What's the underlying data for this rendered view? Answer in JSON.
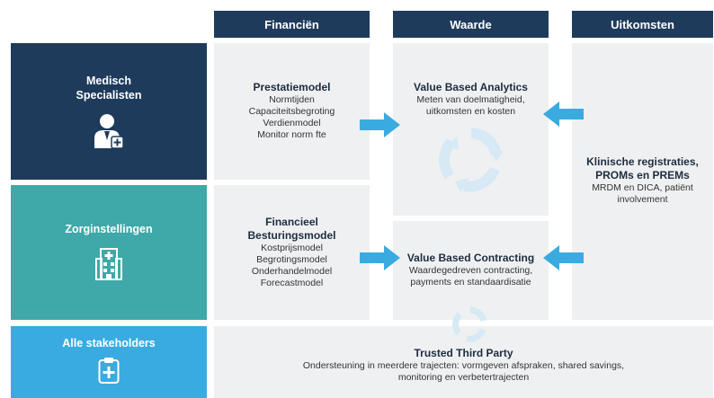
{
  "columns": [
    {
      "label": "Financiën"
    },
    {
      "label": "Waarde"
    },
    {
      "label": "Uitkomsten"
    }
  ],
  "rows": [
    {
      "label": "Medisch Specialisten",
      "icon": "doctor-icon",
      "color": "#1f3b5c"
    },
    {
      "label": "Zorginstellingen",
      "icon": "hospital-building-icon",
      "color": "#3fa8a9"
    },
    {
      "label": "Alle stakeholders",
      "icon": "clipboard-medical-icon",
      "color": "#3aabe0"
    }
  ],
  "financien": {
    "prestatiemodel": {
      "title": "Prestatiemodel",
      "items": [
        "Normtijden",
        "Capaciteitsbegroting",
        "Verdienmodel",
        "Monitor norm fte"
      ]
    },
    "besturingsmodel": {
      "title_line1": "Financieel",
      "title_line2": "Besturingsmodel",
      "items": [
        "Kostprijsmodel",
        "Begrotingsmodel",
        "Onderhandelmodel",
        "Forecastmodel"
      ]
    }
  },
  "waarde": {
    "analytics": {
      "title": "Value Based Analytics",
      "line1": "Meten van doelmatigheid,",
      "line2": "uitkomsten en kosten"
    },
    "contracting": {
      "title": "Value Based Contracting",
      "line1": "Waardegedreven contracting,",
      "line2": "payments en standaardisatie"
    }
  },
  "uitkomsten": {
    "title_line1": "Klinische registraties,",
    "title_line2": "PROMs en PREMs",
    "line1": "MRDM en DICA, patiënt",
    "line2": "involvement"
  },
  "trusted": {
    "title": "Trusted Third Party",
    "line1": "Ondersteuning in meerdere trajecten: vormgeven afspraken, shared savings,",
    "line2": "monitoring en verbetertrajecten"
  },
  "colors": {
    "navy": "#1f3b5c",
    "teal": "#3fa8a9",
    "light_blue": "#3aabe0",
    "panel_gray": "#eff0f1",
    "cycle": "#d6e9f5"
  }
}
